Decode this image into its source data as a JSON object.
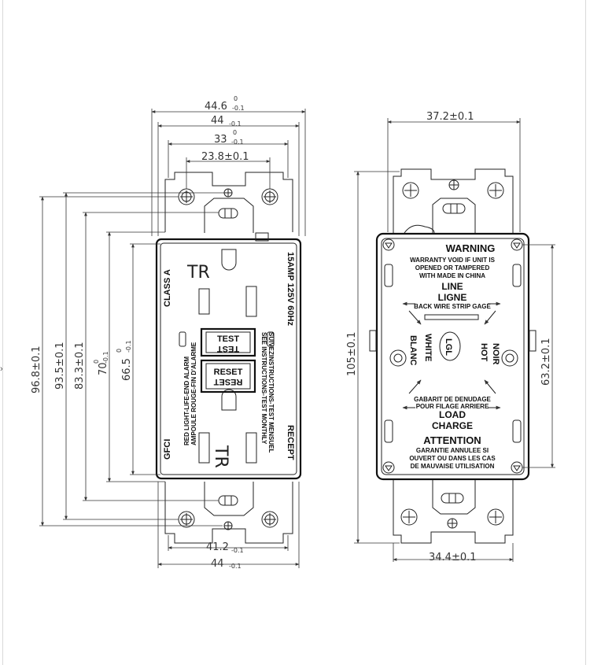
{
  "front": {
    "dims": {
      "d446": {
        "main": "44.6",
        "upper": "0",
        "lower": "-0.1"
      },
      "d44_top": {
        "main": "44",
        "lower": "-0.1"
      },
      "d33": {
        "main": "33",
        "upper": "0",
        "lower": "-0.1"
      },
      "d238": {
        "main": "23.8±0.1"
      },
      "d968": {
        "main": "96.8±0.1"
      },
      "d935": {
        "main": "93.5±0.1"
      },
      "d833": {
        "main": "83.3±0.1"
      },
      "d70": {
        "main": "70",
        "upper": "0",
        "lower": "-0.1"
      },
      "d665": {
        "main": "66.5",
        "upper": "0",
        "lower": "-0.1"
      },
      "d412": {
        "main": "41.2",
        "lower": "-0.1"
      },
      "d44_bot": {
        "main": "44",
        "lower": "-0.1"
      }
    },
    "labels": {
      "tr_top": "TR",
      "tr_bottom": "TR",
      "class_a": "CLASS A",
      "gfci": "GFCI",
      "rating": "15AMP  125V  60Hz",
      "recept": "RECEPT",
      "test": "TEST",
      "test_mirror": "TEST",
      "reset": "RESET",
      "reset_mirror": "RESET",
      "alarm1": "RED LIGHT-LIFE-END ALARM",
      "alarm2": "AMPOULE ROUGE-FIN D'ALARME",
      "instr1": "SEE INSTRUCTIONS-TEST MONTHLY",
      "instr2": "SUIVEZINSTRUCTIONS-TEST MENSUEL"
    }
  },
  "back": {
    "dims": {
      "d372": {
        "main": "37.2±0.1"
      },
      "d105": {
        "main": "105±0.1"
      },
      "d632": {
        "main": "63.2±0.1"
      },
      "d344": {
        "main": "34.4±0.1"
      }
    },
    "labels": {
      "warning": "WARNING",
      "warranty1": "WARRANTY VOID IF UNIT IS",
      "warranty2": "OPENED OR TAMPERED",
      "warranty3": "WITH MADE IN CHINA",
      "line": "LINE",
      "ligne": "LIGNE",
      "strip": "BACK WIRE STRIP GAGE",
      "white": "WHITE",
      "blanc": "BLANC",
      "hot": "HOT",
      "noir": "NOIR",
      "ground": "LGL",
      "gabarit1": "GABARIT DE DENUDAGE",
      "gabarit2": "POUR FILAGE ARRIERE",
      "load": "LOAD",
      "charge": "CHARGE",
      "attention": "ATTENTION",
      "garantie1": "GARANTIE ANNULEE SI",
      "garantie2": "OUVERT OU DANS LES CAS",
      "garantie3": "DE MAUVAISE UTILISATION"
    }
  },
  "edge_mark": "›"
}
